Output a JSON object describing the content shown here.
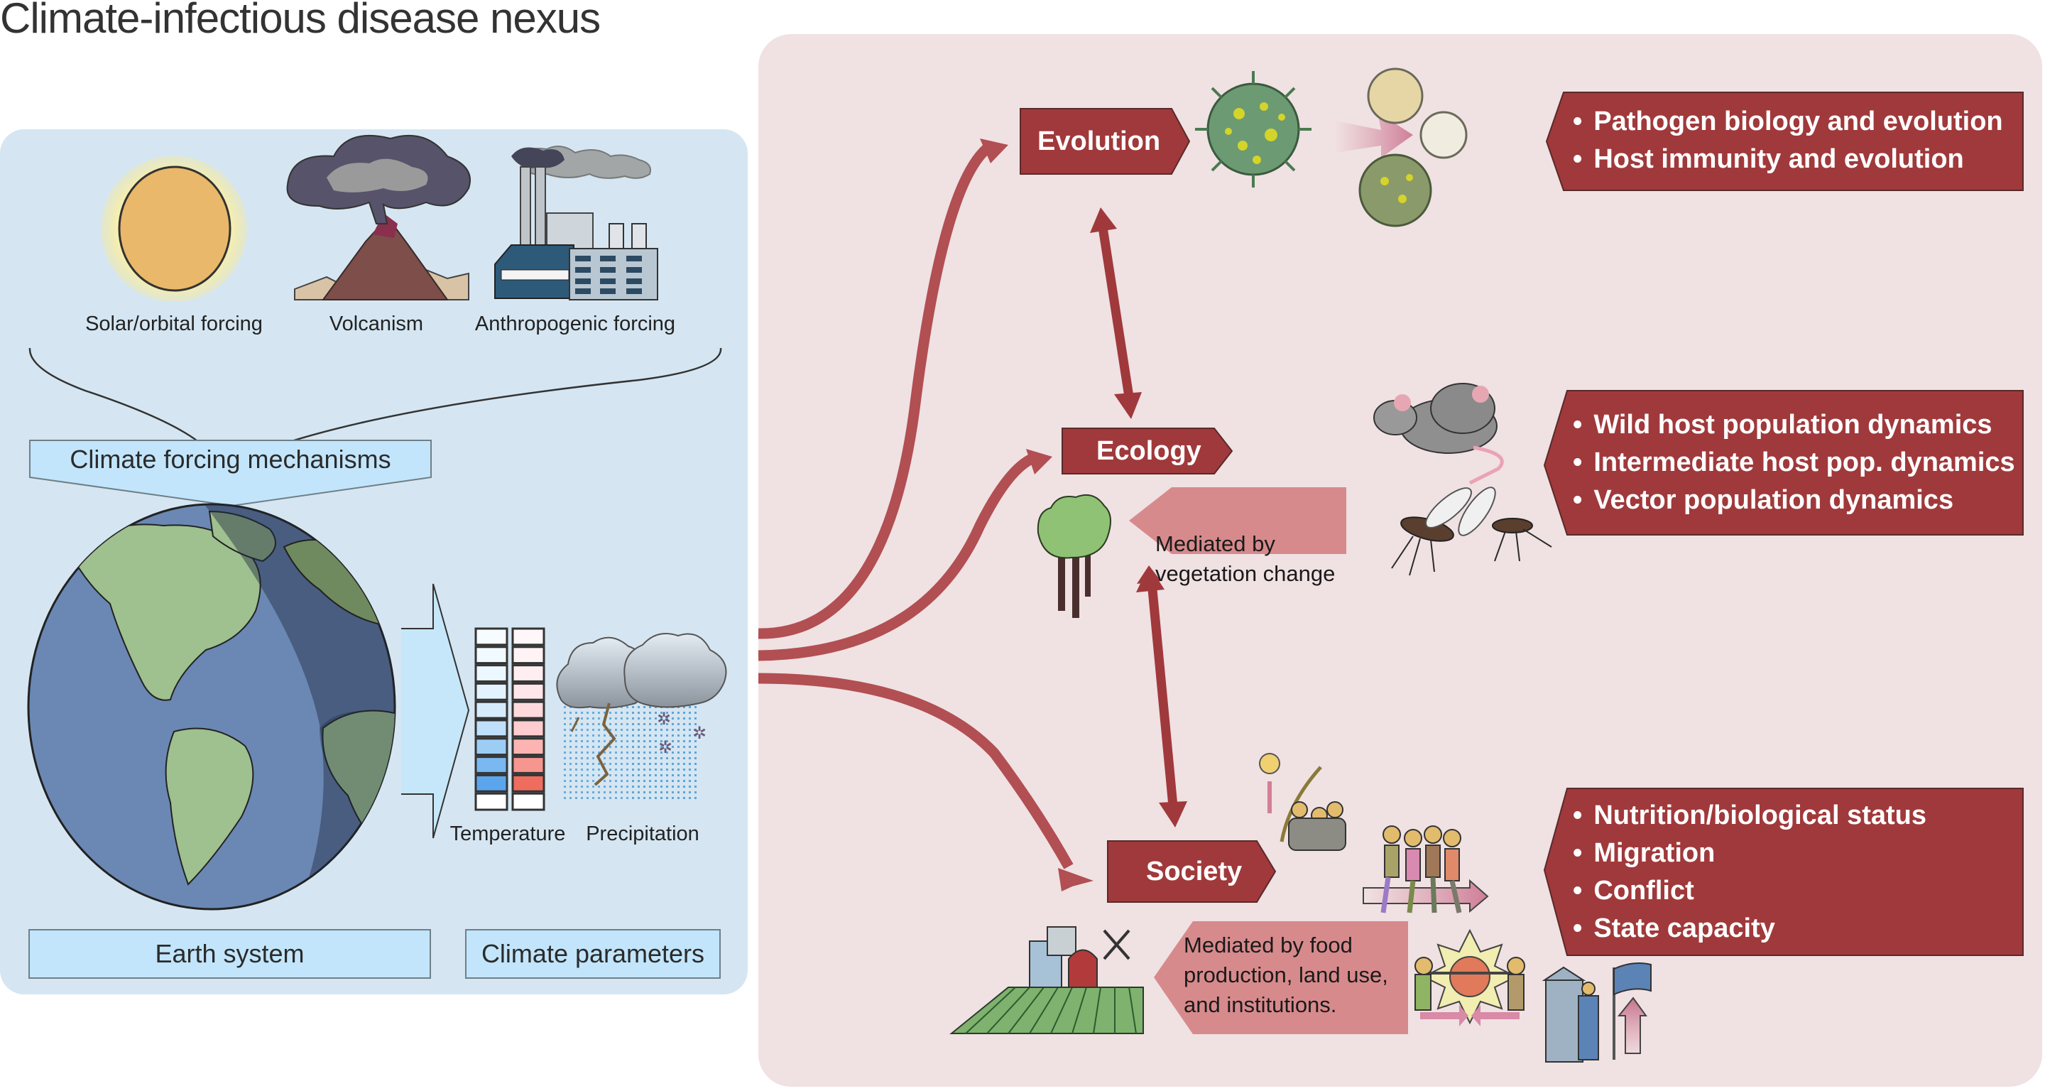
{
  "title": "Climate-infectious disease nexus",
  "colors": {
    "left_panel_bg": "#d5e6f2",
    "right_panel_bg": "#f0e1e3",
    "node_red": "#a0393b",
    "mediator_pink": "#d78a8c",
    "label_box_blue": "#c2e5fb",
    "arrow_red": "#b14f52"
  },
  "climate_panel": {
    "forcings": [
      {
        "label": "Solar/orbital forcing",
        "icon": "sun-icon"
      },
      {
        "label": "Volcanism",
        "icon": "volcano-icon"
      },
      {
        "label": "Anthropogenic forcing",
        "icon": "factory-icon"
      }
    ],
    "forcing_mechanisms_label": "Climate forcing mechanisms",
    "parameters": [
      {
        "label": "Temperature",
        "icon": "temperature-scale-icon"
      },
      {
        "label": "Precipitation",
        "icon": "storm-cloud-icon"
      }
    ],
    "earth_system_label": "Earth system",
    "climate_parameters_label": "Climate parameters"
  },
  "nexus_panel": {
    "nodes": {
      "evolution": {
        "label": "Evolution",
        "icons": [
          "virus-icon",
          "virus-variants-icon"
        ],
        "outcomes": [
          "Pathogen biology and evolution",
          "Host immunity and evolution"
        ]
      },
      "ecology": {
        "label": "Ecology",
        "mediator": "Mediated by vegetation change",
        "mediator_lines": [
          "Mediated by",
          "vegetation change"
        ],
        "icons": [
          "tree-icon",
          "rodent-icon",
          "mosquito-icon"
        ],
        "outcomes": [
          "Wild host population dynamics",
          "Intermediate host pop. dynamics",
          "Vector population dynamics"
        ]
      },
      "society": {
        "label": "Society",
        "mediator": "Mediated by food production, land use, and institutions.",
        "mediator_lines": [
          "Mediated by food",
          "production, land use,",
          "and institutions."
        ],
        "icons": [
          "farm-icon",
          "famine-icon",
          "migration-icon",
          "conflict-icon",
          "government-icon"
        ],
        "outcomes": [
          "Nutrition/biological status",
          "Migration",
          "Conflict",
          "State capacity"
        ]
      }
    },
    "links": [
      {
        "from": "climate",
        "to": "evolution",
        "type": "directed"
      },
      {
        "from": "climate",
        "to": "ecology",
        "type": "directed"
      },
      {
        "from": "climate",
        "to": "society",
        "type": "directed"
      },
      {
        "from": "evolution",
        "to": "ecology",
        "type": "bidirectional"
      },
      {
        "from": "ecology",
        "to": "society",
        "type": "bidirectional"
      }
    ]
  }
}
